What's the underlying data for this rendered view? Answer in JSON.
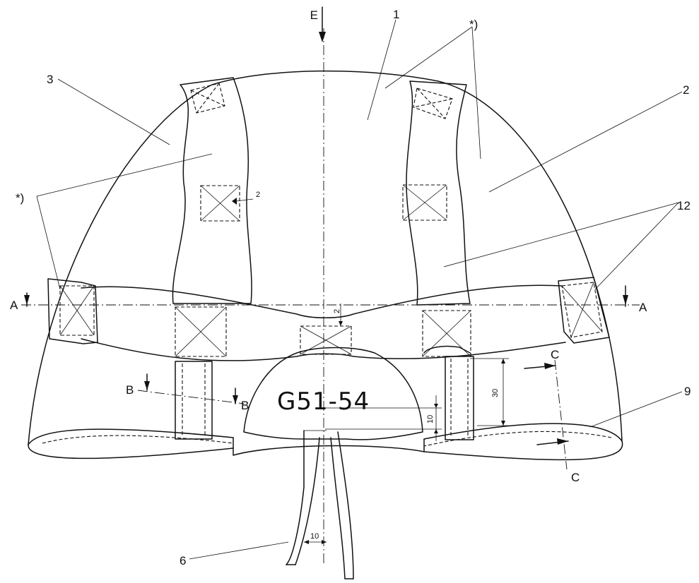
{
  "labels": {
    "part_1": "1",
    "part_2": "2",
    "part_3": "3",
    "part_6": "6",
    "part_9": "9",
    "part_12": "12",
    "note_star_top": "*)",
    "note_star_left": "*)",
    "view_e": "E",
    "section_a_left": "A",
    "section_a_right": "A",
    "section_b_left": "B",
    "section_b_right": "B",
    "section_c_top": "C",
    "section_c_bottom": "C",
    "size_code": "G51-54"
  },
  "dimensions": {
    "small_arrow": "2",
    "center_strap_offset": "2",
    "band_height": "30",
    "lace_offset": "10",
    "lace_spacing": "10"
  }
}
